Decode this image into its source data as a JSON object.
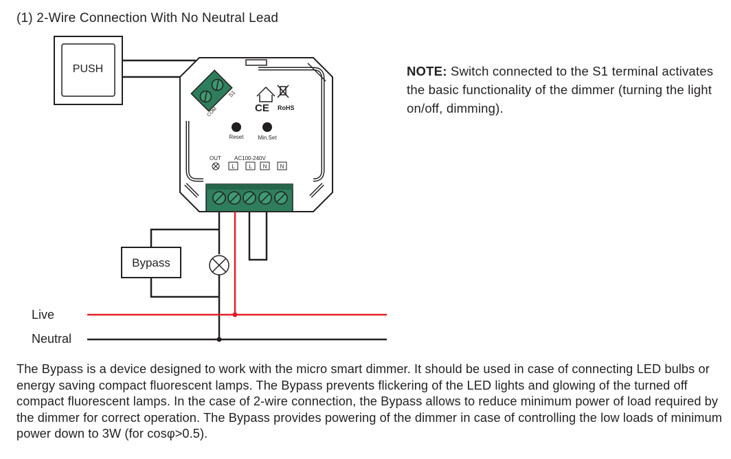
{
  "title": "(1) 2-Wire Connection With No Neutral Lead",
  "note": {
    "label": "NOTE:",
    "text": " Switch connected to the S1 terminal activates the basic functionality of the dimmer (turning the light on/off, dimming)."
  },
  "diagram": {
    "push_label": "PUSH",
    "bypass_label": "Bypass",
    "live_label": "Live",
    "neutral_label": "Neutral",
    "reset_label": "Reset",
    "minset_label": "Min.Set",
    "out_label": "OUT",
    "ac_label": "AC100-240V",
    "terminals": [
      "L",
      "L",
      "N",
      "N"
    ],
    "s1_label": "S1",
    "com_label": "COM",
    "rohs_label": "RoHS",
    "ce_label": "CE",
    "colors": {
      "live_wire": "#e31e24",
      "wire": "#231f20",
      "terminal_green": "#2e7d5b"
    }
  },
  "paragraph": "The Bypass is a device designed to work with the micro smart dimmer. It should be used in case of connecting LED bulbs or energy saving compact fluorescent lamps. The Bypass prevents flickering of the LED lights and glowing of the turned off compact fluorescent lamps. In the case of 2-wire connection, the Bypass allows to reduce minimum power of load required by the dimmer for correct operation. The Bypass provides powering of the dimmer in case of controlling the low loads of minimum power down to 3W (for cosφ>0.5)."
}
